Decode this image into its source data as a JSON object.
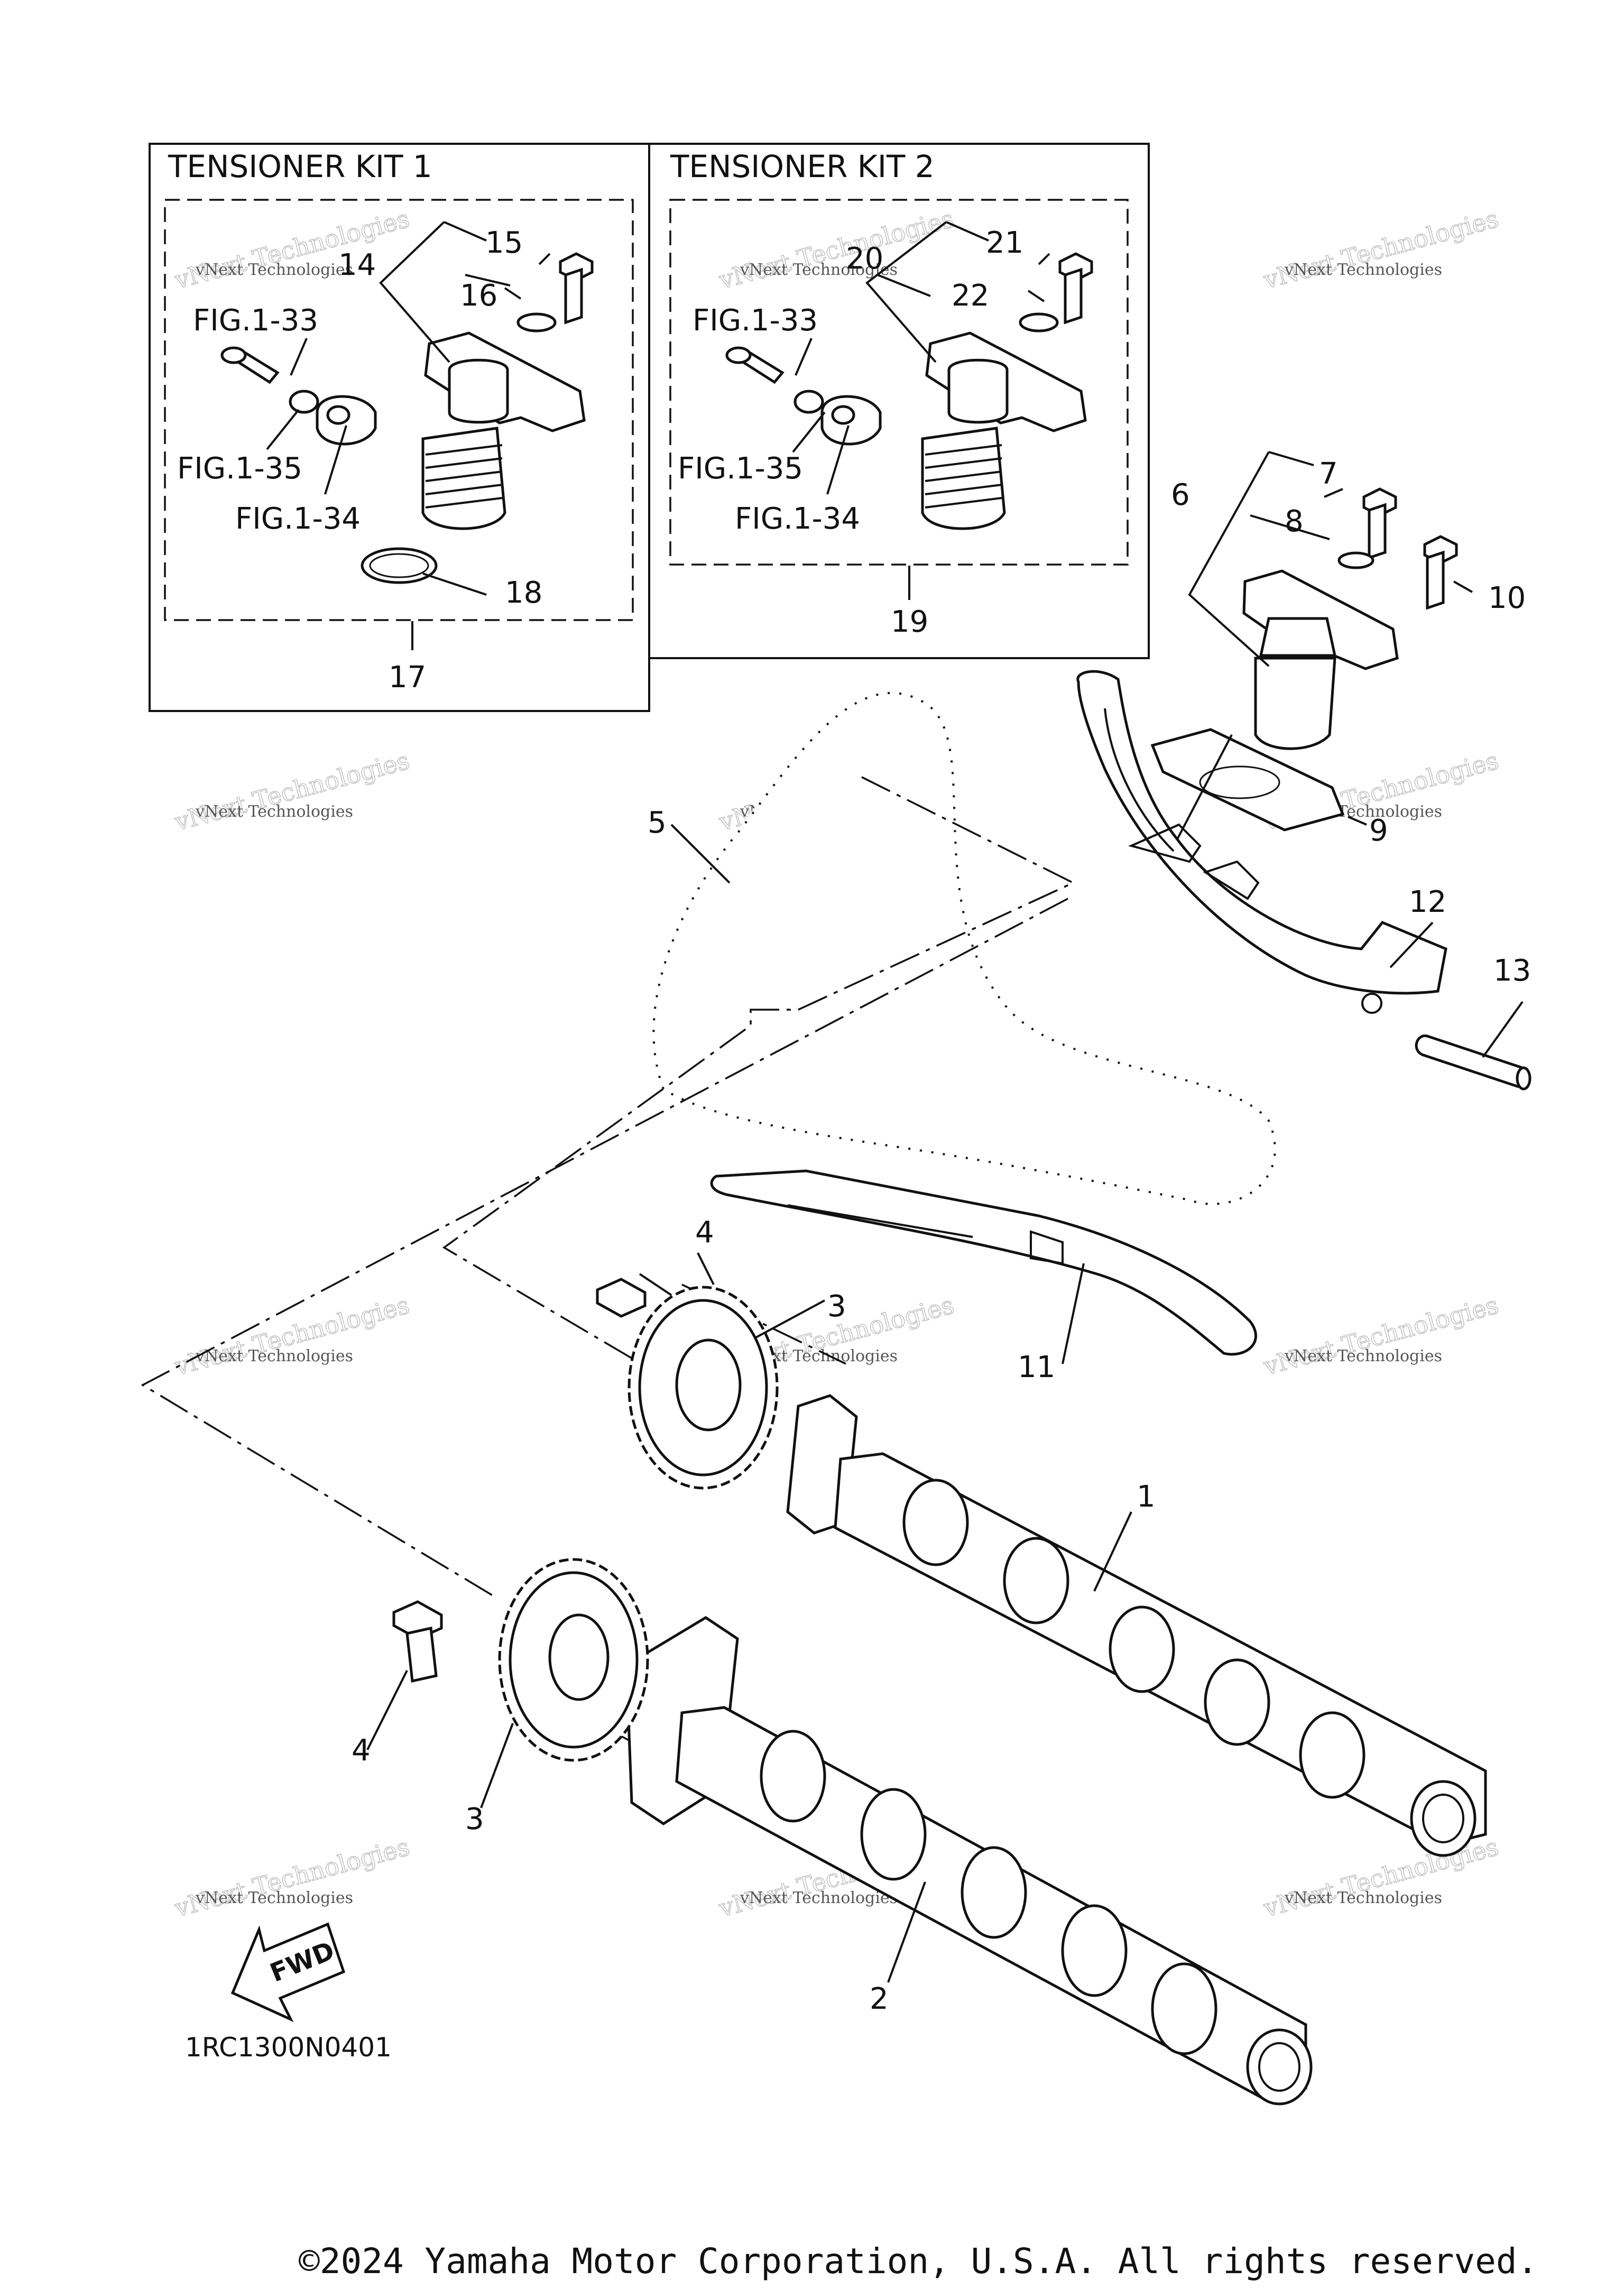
{
  "diagram": {
    "kit_titles": [
      "TENSIONER KIT 1",
      "TENSIONER KIT 2"
    ],
    "fig_refs": [
      "FIG.1-33",
      "FIG.1-35",
      "FIG.1-34",
      "FIG.1-33",
      "FIG.1-35",
      "FIG.1-34"
    ],
    "callouts": [
      "1",
      "2",
      "3",
      "4",
      "4",
      "5",
      "6",
      "7",
      "8",
      "9",
      "10",
      "11",
      "12",
      "13",
      "14",
      "15",
      "16",
      "17",
      "18",
      "19",
      "20",
      "21",
      "22",
      "3"
    ],
    "watermark_line1": "vNext Technologies",
    "watermark_line2": "vNext Technologies",
    "fwd_label": "FWD",
    "drawing_code": "1RC1300N0401",
    "copyright": "©2024 Yamaha Motor Corporation, U.S.A. All rights reserved."
  },
  "colors": {
    "ink": "#111111",
    "background": "#ffffff",
    "watermark": "#bdbdbd"
  }
}
